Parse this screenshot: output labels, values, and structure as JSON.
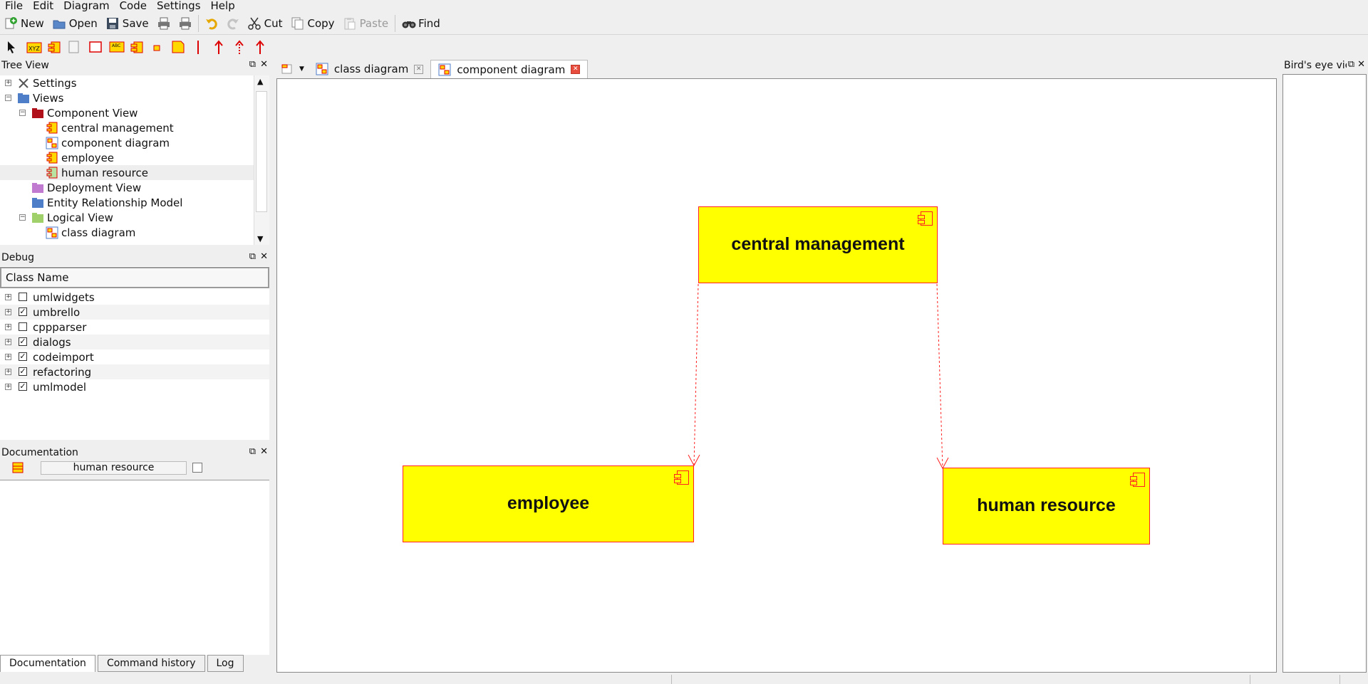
{
  "menu": [
    "File",
    "Edit",
    "Diagram",
    "Code",
    "Settings",
    "Help"
  ],
  "toolbar": {
    "new": "New",
    "open": "Open",
    "save": "Save",
    "cut": "Cut",
    "copy": "Copy",
    "paste": "Paste",
    "find": "Find"
  },
  "tree_view": {
    "title": "Tree View",
    "items": [
      {
        "label": "Settings",
        "icon": "settings-icon"
      },
      {
        "label": "Views",
        "icon": "views-folder-icon"
      },
      {
        "label": "Component View",
        "icon": "component-folder-icon"
      },
      {
        "label": "central management",
        "icon": "component-icon"
      },
      {
        "label": "component diagram",
        "icon": "diagram-icon"
      },
      {
        "label": "employee",
        "icon": "component-icon"
      },
      {
        "label": "human resource",
        "icon": "component-icon"
      },
      {
        "label": "Deployment View",
        "icon": "deployment-folder-icon"
      },
      {
        "label": "Entity Relationship Model",
        "icon": "er-folder-icon"
      },
      {
        "label": "Logical View",
        "icon": "logical-folder-icon"
      },
      {
        "label": "class diagram",
        "icon": "diagram-icon"
      }
    ]
  },
  "debug": {
    "title": "Debug",
    "column": "Class Name",
    "rows": [
      {
        "name": "umlwidgets",
        "checked": false
      },
      {
        "name": "umbrello",
        "checked": true
      },
      {
        "name": "cppparser",
        "checked": false
      },
      {
        "name": "dialogs",
        "checked": true
      },
      {
        "name": "codeimport",
        "checked": true
      },
      {
        "name": "refactoring",
        "checked": true
      },
      {
        "name": "umlmodel",
        "checked": true
      }
    ]
  },
  "documentation": {
    "title": "Documentation",
    "element_name": "human resource"
  },
  "bottom_tabs": [
    "Documentation",
    "Command history",
    "Log"
  ],
  "diagram_tabs": [
    {
      "label": "class diagram"
    },
    {
      "label": "component diagram"
    }
  ],
  "diagram": {
    "central": "central management",
    "employee": "employee",
    "human_resource": "human resource"
  },
  "birds_eye": {
    "title": "Bird's eye view"
  },
  "colors": {
    "component_fill": "#ffff00",
    "component_border": "#ff2020",
    "dependency_line": "#ff2020"
  }
}
